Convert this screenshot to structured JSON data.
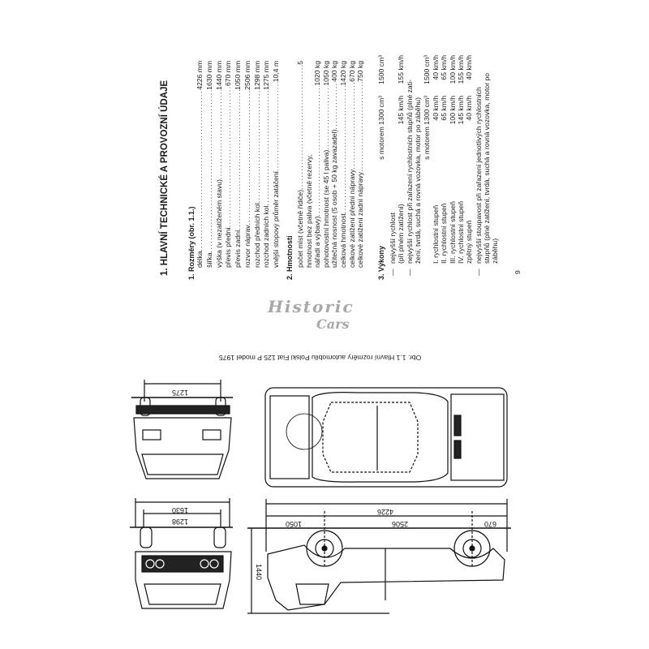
{
  "heading": "1. HLAVNÍ TECHNICKÉ A PROVOZNÍ ÚDAJE",
  "rozmery": {
    "title": "1. Rozměry (obr. 1.1.)",
    "rows": [
      {
        "label": "délka",
        "value": "4226 mm"
      },
      {
        "label": "šířka",
        "value": "1630 mm"
      },
      {
        "label": "výška (v nezatíženém stavu)",
        "value": "1440 mm"
      },
      {
        "label": "převis přední",
        "value": "670 mm"
      },
      {
        "label": "převis zadní",
        "value": "1050 mm"
      },
      {
        "label": "rozvor náprav",
        "value": "2506 mm"
      },
      {
        "label": "rozchod předních kol",
        "value": "1298 mm"
      },
      {
        "label": "rozchod zadních kol",
        "value": "1275 mm"
      },
      {
        "label": "vnější stopový průměr zatáčení",
        "value": "10,4 m"
      }
    ]
  },
  "hmotnosti": {
    "title": "2. Hmotnosti",
    "rows": [
      {
        "label": "počet míst (včetně řidiče)",
        "value": "5"
      },
      {
        "label": "hmotnost bez paliva (včetně rezervy,",
        "value": ""
      },
      {
        "label": "nářadí a výbavy)",
        "value": "1020 kg"
      },
      {
        "label": "pohotovostní hmotnost (se 45 l paliva)",
        "value": "1050 kg"
      },
      {
        "label": "užitečná nosnost (5 osob + 50 kg zavazadel)",
        "value": "400 kg"
      },
      {
        "label": "celková hmotnost",
        "value": "1420 kg"
      },
      {
        "label": "celkové zatížení přední nápravy",
        "value": "670 kg"
      },
      {
        "label": "celkové zatížení zadní nápravy",
        "value": "750 kg"
      }
    ]
  },
  "vykony": {
    "title": "3. Výkony",
    "col1": "s motorem 1300 cm³",
    "col2": "1500 cm³",
    "dash": "—",
    "max_speed": {
      "label1": "nejvyšší rychlost",
      "label2": "(při plném zatížení)",
      "v1300": "145 km/h",
      "v1500": "155 km/h"
    },
    "gear_speed": {
      "text1": "nejvyšší rychlost při zařazení rychlostních stupňů (plné zati-",
      "text2": "žení, tvrdá, suchá a rovná vozovka, motor po záběhu)",
      "col1": "s motorem 1300 cm³",
      "col2": "1500 cm³",
      "rows": [
        {
          "label": "I. rychlostní stupeň",
          "v1300": "40 km/h",
          "v1500": "40 km/h"
        },
        {
          "label": "II. rychlostní stupeň",
          "v1300": "65 km/h",
          "v1500": "65 km/h"
        },
        {
          "label": "III. rychlostní stupeň",
          "v1300": "100 km/h",
          "v1500": "100 km/h"
        },
        {
          "label": "IV. rychlostní stupeň",
          "v1300": "145 km/h",
          "v1500": "155 km/h"
        },
        {
          "label": "zpětný stupeň",
          "v1300": "40 km/h",
          "v1500": "40 km/h"
        }
      ]
    },
    "climb": {
      "text1": "nejvyšší stoupavost při zařazení jednotlivých rychlostních",
      "text2": "stupňů (plné zatížení, tvrdá, suchá a rovná vozovka, motor po",
      "text3": "záběhu)"
    }
  },
  "page_number": "9",
  "caption": "Obr. 1.1 Hlavní rozměry automobilu Polski Fiat 125 P model 1975",
  "watermark": {
    "line1": "Historic",
    "line2": "Cars"
  },
  "dimensions": {
    "rear_track": "1275",
    "width": "1630",
    "front_track": "1298",
    "length": "4226",
    "wheelbase": "2506",
    "rear_overhang": "1050",
    "front_overhang": "670",
    "height": "1440"
  }
}
